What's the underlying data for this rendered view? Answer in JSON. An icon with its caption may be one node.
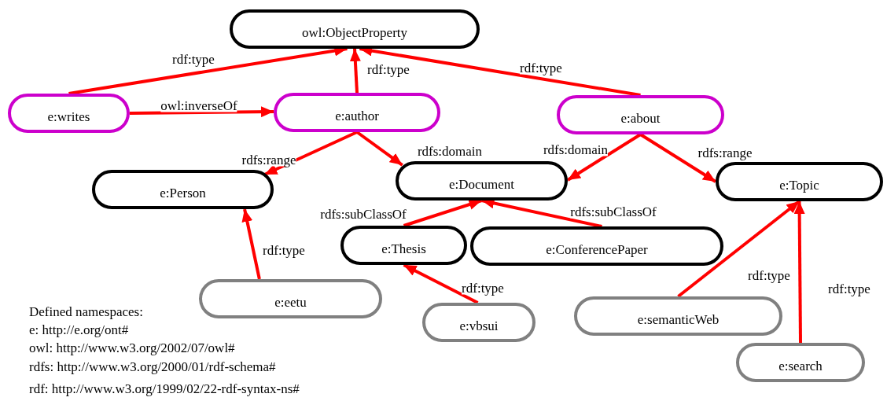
{
  "diagram": {
    "nodes": [
      {
        "text": [
          "owl:ObjectProperty"
        ]
      },
      {
        "text": [
          "e:writes"
        ]
      },
      {
        "text": [
          "e:author"
        ]
      },
      {
        "text": [
          "e:about"
        ]
      },
      {
        "text": [
          "e:Person"
        ]
      },
      {
        "text": [
          "e:Document"
        ]
      },
      {
        "text": [
          "e:Topic"
        ]
      },
      {
        "text": [
          "e:Thesis"
        ]
      },
      {
        "text": [
          "e:ConferencePaper"
        ]
      },
      {
        "text": [
          "e:eetu"
        ]
      },
      {
        "text": [
          "e:vbsui"
        ]
      },
      {
        "text": [
          "e:semanticWeb"
        ]
      },
      {
        "text": [
          "e:search"
        ]
      }
    ],
    "edges": [
      {
        "from": 1,
        "to": 0,
        "arrow": "to",
        "label": "rdf:type"
      },
      {
        "from": 2,
        "to": 0,
        "arrow": "to",
        "label": "rdf:type"
      },
      {
        "from": 3,
        "to": 0,
        "arrow": "to",
        "label": "rdf:type"
      },
      {
        "from": 1,
        "to": 2,
        "arrow": "to",
        "label": "owl:inverseOf"
      },
      {
        "from": 2,
        "to": 4,
        "arrow": "to",
        "label": "rdfs:range"
      },
      {
        "from": 2,
        "to": 5,
        "arrow": "to",
        "label": "rdfs:domain"
      },
      {
        "from": 3,
        "to": 5,
        "arrow": "to",
        "label": "rdfs:domain"
      },
      {
        "from": 3,
        "to": 6,
        "arrow": "to",
        "label": "rdfs:range"
      },
      {
        "from": 7,
        "to": 5,
        "arrow": "to",
        "label": "rdfs:subClassOf"
      },
      {
        "from": 8,
        "to": 5,
        "arrow": "to",
        "label": "rdfs:subClassOf"
      },
      {
        "from": 9,
        "to": 4,
        "arrow": "to",
        "label": "rdf:type"
      },
      {
        "from": 10,
        "to": 7,
        "arrow": "to",
        "label": "rdf:type"
      },
      {
        "from": 11,
        "to": 6,
        "arrow": "to",
        "label": "rdf:type"
      },
      {
        "from": 12,
        "to": 6,
        "arrow": "to",
        "label": "rdf:type"
      }
    ],
    "labels": [
      "Defined namespaces:",
      "e: http://e.org/ont#",
      "owl: http://www.w3.org/2002/07/owl#",
      "rdfs: http://www.w3.org/2000/01/rdf-schema#",
      "rdf: http://www.w3.org/1999/02/22-rdf-syntax-ns#"
    ]
  }
}
